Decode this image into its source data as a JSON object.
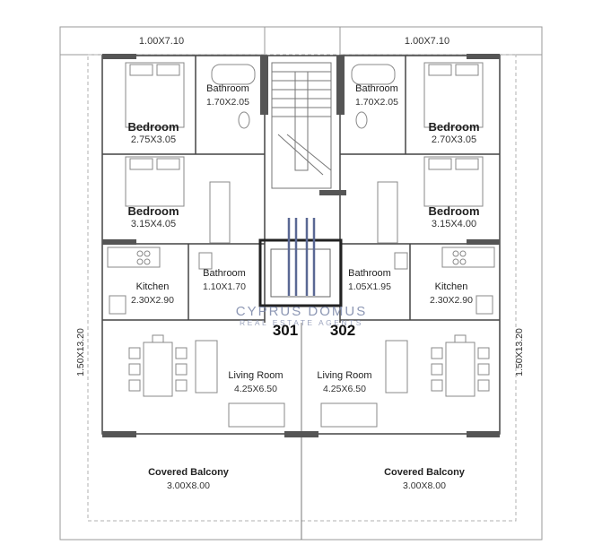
{
  "watermark": {
    "brand": "CYPRUS DOMUS",
    "subtitle": "REAL ESTATE AGENTS"
  },
  "dimensions": {
    "top_left": "1.00X7.10",
    "top_right": "1.00X7.10",
    "side_left": "1.50X13.20",
    "side_right": "1.50X13.20"
  },
  "units": {
    "left": "301",
    "right": "302"
  },
  "left_unit": {
    "bedroom_1": {
      "name": "Bedroom",
      "size": "2.75X3.05"
    },
    "bedroom_2": {
      "name": "Bedroom",
      "size": "3.15X4.05"
    },
    "bathroom_1": {
      "name": "Bathroom",
      "size": "1.70X2.05"
    },
    "bathroom_2": {
      "name": "Bathroom",
      "size": "1.10X1.70"
    },
    "kitchen": {
      "name": "Kitchen",
      "size": "2.30X2.90"
    },
    "living": {
      "name": "Living Room",
      "size": "4.25X6.50"
    },
    "balcony": {
      "name": "Covered Balcony",
      "size": "3.00X8.00"
    }
  },
  "right_unit": {
    "bedroom_1": {
      "name": "Bedroom",
      "size": "2.70X3.05"
    },
    "bedroom_2": {
      "name": "Bedroom",
      "size": "3.15X4.00"
    },
    "bathroom_1": {
      "name": "Bathroom",
      "size": "1.70X2.05"
    },
    "bathroom_2": {
      "name": "Bathroom",
      "size": "1.05X1.95"
    },
    "kitchen": {
      "name": "Kitchen",
      "size": "2.30X2.90"
    },
    "living": {
      "name": "Living Room",
      "size": "4.25X6.50"
    },
    "balcony": {
      "name": "Covered Balcony",
      "size": "3.00X8.00"
    }
  }
}
